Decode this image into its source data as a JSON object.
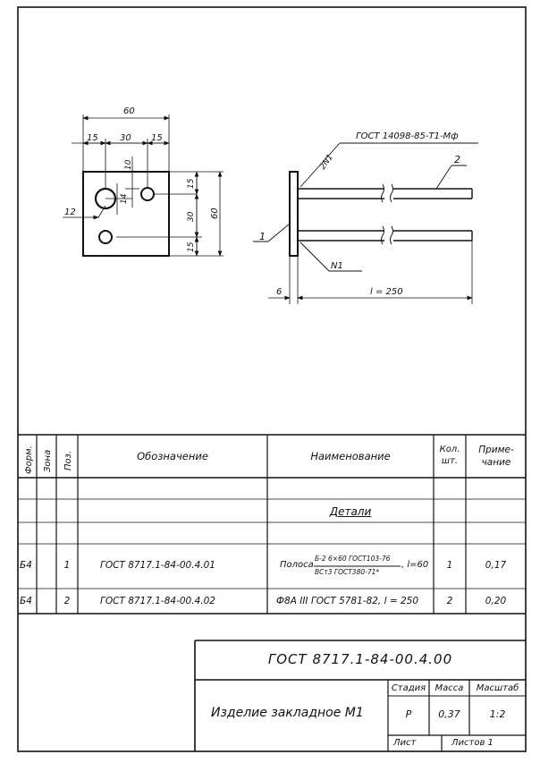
{
  "drawing": {
    "dims": {
      "width_60": "60",
      "left_15": "15",
      "mid_30": "30",
      "right_15": "15",
      "d_10": "10",
      "d_14": "14",
      "d_12": "12",
      "right_top_15": "15",
      "right_mid_30": "30",
      "right_bot_15": "15",
      "height_60": "60",
      "thickness_6": "6",
      "length": "l = 250"
    },
    "weld_standard": "ГОСТ 14098-85-Т1-Мф",
    "weld_label_top": "2N1",
    "weld_label_bottom": "N1",
    "pos_1": "1",
    "pos_2": "2"
  },
  "spec": {
    "headers": {
      "format": "Форм.",
      "zone": "Зона",
      "pos": "Поз.",
      "designation": "Обозначение",
      "name": "Наименование",
      "qty": "Кол. шт.",
      "note": "Приме-чание"
    },
    "section_title": "Детали",
    "rows": [
      {
        "format": "Б4",
        "pos": "1",
        "designation": "ГОСТ 8717.1-84-00.4.01",
        "name_prefix": "Полоса",
        "name_num": "Б-2 6×60 ГОСТ103-76",
        "name_den": "ВСт3   ГОСТ380-71*",
        "name_suffix": ", l=60",
        "qty": "1",
        "note": "0,17"
      },
      {
        "format": "Б4",
        "pos": "2",
        "designation": "ГОСТ 8717.1-84-00.4.02",
        "name": "Ф8А III  ГОСТ 5781-82,  l = 250",
        "qty": "2",
        "note": "0,20"
      }
    ]
  },
  "title_block": {
    "code": "ГОСТ 8717.1-84-00.4.00",
    "name": "Изделие закладное М1",
    "stage_label": "Стадия",
    "mass_label": "Масса",
    "scale_label": "Масштаб",
    "stage": "Р",
    "mass": "0,37",
    "scale": "1:2",
    "sheet_label": "Лист",
    "sheets_label": "Листов 1"
  }
}
